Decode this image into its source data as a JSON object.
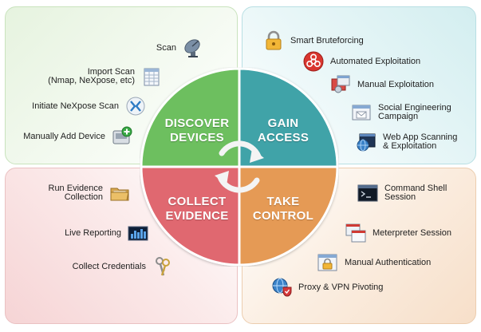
{
  "quadrants": {
    "discover": {
      "title_line1": "DISCOVER",
      "title_line2": "DEVICES",
      "color": "#6dbf5e",
      "items": [
        {
          "label1": "Scan",
          "icon": "satellite-dish-icon"
        },
        {
          "label1": "Import Scan",
          "label2": "(Nmap, NeXpose, etc)",
          "icon": "spreadsheet-icon"
        },
        {
          "label1": "Initiate NeXpose Scan",
          "icon": "nexpose-icon"
        },
        {
          "label1": "Manually Add Device",
          "icon": "add-device-icon"
        }
      ]
    },
    "gain": {
      "title_line1": "GAIN",
      "title_line2": "ACCESS",
      "color": "#3fa3a8",
      "items": [
        {
          "label1": "Smart Bruteforcing",
          "icon": "padlock-icon"
        },
        {
          "label1": "Automated Exploitation",
          "icon": "biohazard-icon"
        },
        {
          "label1": "Manual Exploitation",
          "icon": "manual-exploit-icon"
        },
        {
          "label1": "Social Engineering",
          "label2": "Campaign",
          "icon": "email-window-icon"
        },
        {
          "label1": "Web App Scanning",
          "label2": "& Exploitation",
          "icon": "web-app-icon"
        }
      ]
    },
    "collect": {
      "title_line1": "COLLECT",
      "title_line2": "EVIDENCE",
      "color": "#e06770",
      "items": [
        {
          "label1": "Run Evidence",
          "label2": "Collection",
          "icon": "folder-icon"
        },
        {
          "label1": "Live Reporting",
          "icon": "bar-chart-icon"
        },
        {
          "label1": "Collect Credentials",
          "icon": "keys-icon"
        }
      ]
    },
    "control": {
      "title_line1": "TAKE",
      "title_line2": "CONTROL",
      "color": "#e59a55",
      "items": [
        {
          "label1": "Command Shell",
          "label2": "Session",
          "icon": "terminal-icon"
        },
        {
          "label1": "Meterpreter Session",
          "icon": "meterpreter-window-icon"
        },
        {
          "label1": "Manual Authentication",
          "icon": "lock-window-icon"
        },
        {
          "label1": "Proxy & VPN Pivoting",
          "icon": "globe-shield-icon"
        }
      ]
    }
  },
  "center_icon": "cycle-arrows-icon"
}
